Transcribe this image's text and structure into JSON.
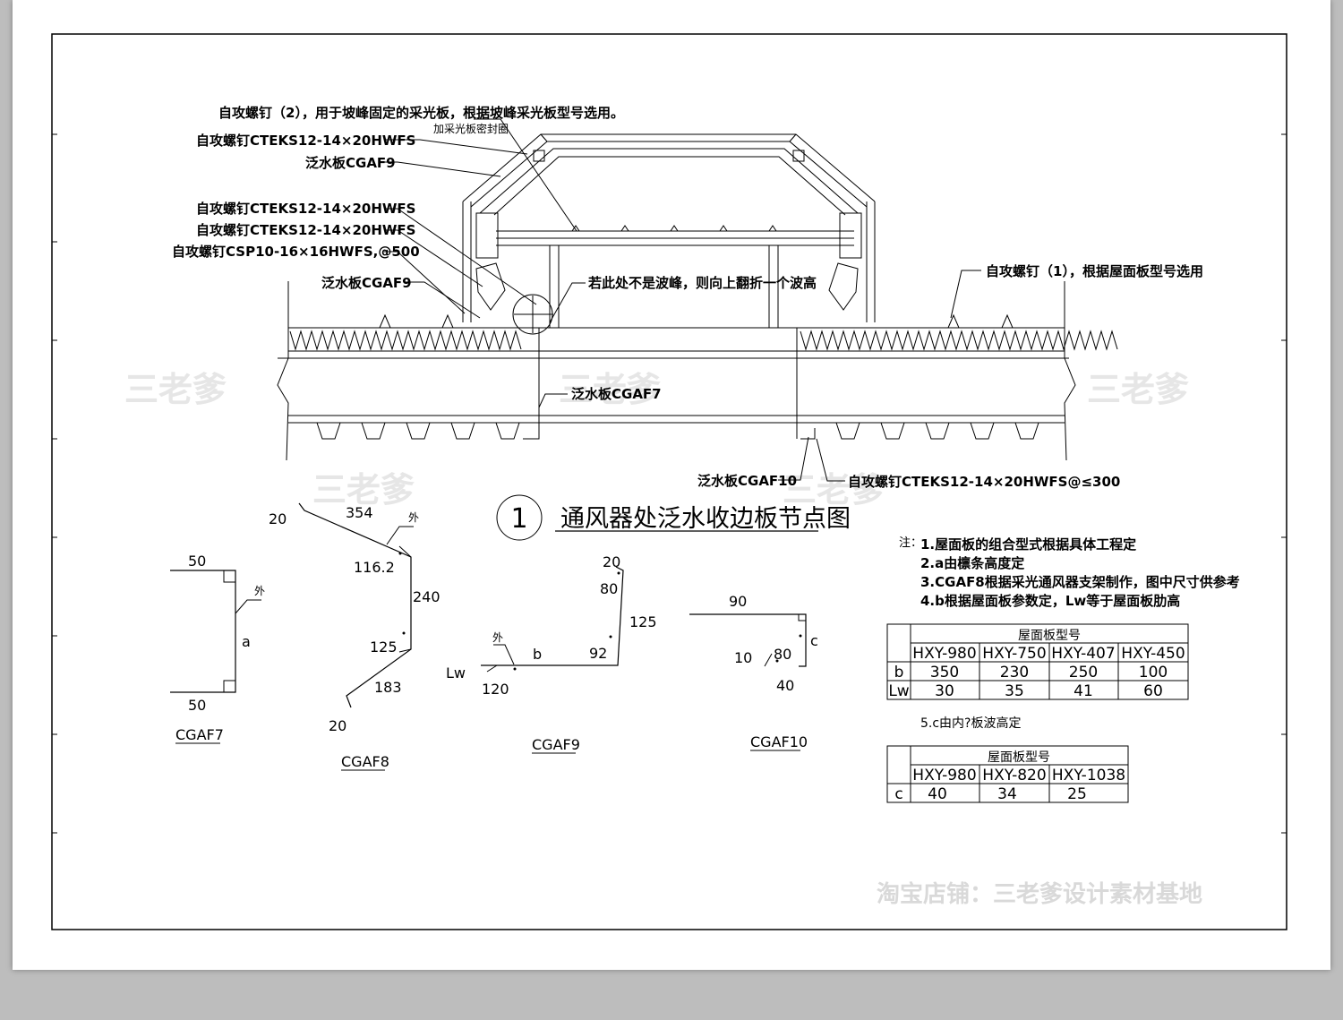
{
  "labels": {
    "screw2": "自攻螺钉（2），用于坡峰固定的采光板，根据坡峰采光板型号选用。",
    "screw_top": "自攻螺钉CTEKS12-14×20HWFS",
    "seal": "加采光板密封圈",
    "flash9_top": "泛水板CGAF9",
    "screw_a": "自攻螺钉CTEKS12-14×20HWFS",
    "screw_b": "自攻螺钉CTEKS12-14×20HWFS",
    "screw_csp": "自攻螺钉CSP10-16×16HWFS,@500",
    "flash9_low": "泛水板CGAF9",
    "fold_note": "若此处不是波峰，则向上翻折一个波高",
    "screw1": "自攻螺钉（1），根据屋面板型号选用",
    "flash7": "泛水板CGAF7",
    "flash10": "泛水板CGAF10",
    "screw_bottom": "自攻螺钉CTEKS12-14×20HWFS@≤300"
  },
  "title": {
    "number": "1",
    "text": "通风器处泛水收边板节点图"
  },
  "notes": {
    "prefix": "注：",
    "items": [
      "1.屋面板的组合型式根据具体工程定",
      "2.a由檩条高度定",
      "3.CGAF8根据采光通风器支架制作，图中尺寸供参考",
      "4.b根据屋面板参数定，Lw等于屋面板肋高"
    ],
    "item5": "5.c由内?板波高定"
  },
  "table1": {
    "header": "屋面板型号",
    "columns": [
      "HXY-980",
      "HXY-750",
      "HXY-407",
      "HXY-450"
    ],
    "rows": [
      {
        "label": "b",
        "values": [
          "350",
          "230",
          "250",
          "100"
        ]
      },
      {
        "label": "Lw",
        "values": [
          "30",
          "35",
          "41",
          "60"
        ]
      }
    ]
  },
  "table2": {
    "header": "屋面板型号",
    "columns": [
      "HXY-980",
      "HXY-820",
      "HXY-1038"
    ],
    "rows": [
      {
        "label": "c",
        "values": [
          "40",
          "34",
          "25"
        ]
      }
    ]
  },
  "details": {
    "cgaf7": {
      "name": "CGAF7",
      "top": "50",
      "bottom": "50",
      "side": "a",
      "outer": "外"
    },
    "cgaf8": {
      "name": "CGAF8",
      "d1": "20",
      "d2": "354",
      "d3": "116.2",
      "d4": "240",
      "d5": "125",
      "d6": "183",
      "d7": "20",
      "outer": "外"
    },
    "cgaf9": {
      "name": "CGAF9",
      "d1": "20",
      "d2": "80",
      "d3": "125",
      "d4": "92",
      "d5": "b",
      "d6": "Lw",
      "d7": "120",
      "outer": "外"
    },
    "cgaf10": {
      "name": "CGAF10",
      "d1": "90",
      "d2": "c",
      "d3": "10",
      "d4": "80",
      "d5": "40"
    }
  },
  "watermarks": {
    "mark": "三老爹",
    "shop": "淘宝店铺：三老爹设计素材基地"
  }
}
